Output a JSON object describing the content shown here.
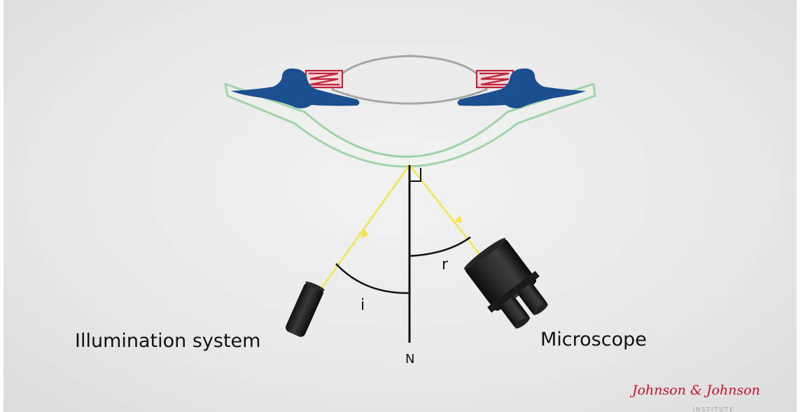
{
  "labels": {
    "illumination": "Illumination system",
    "microscope": "Microscope",
    "normal": "N",
    "incidence_angle": "i",
    "reflection_angle": "r"
  },
  "logo": {
    "brand": "Johnson & Johnson",
    "subtext": "INSTITUTE"
  },
  "colors": {
    "light_ray": "#f2e64a",
    "haptic": "#1b4f8f",
    "spring": "#c0243b",
    "optic_outline": "#9c9c9c",
    "cornea_outline": "#9fd3a8",
    "logo": "#c8102e"
  }
}
